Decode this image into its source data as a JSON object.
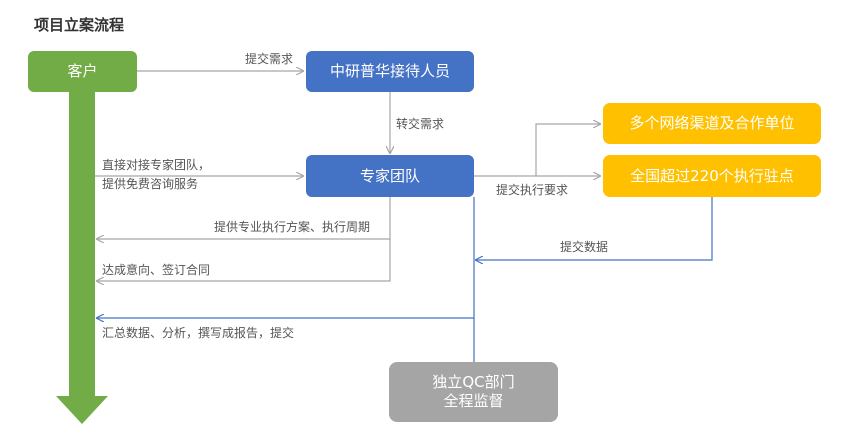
{
  "title": "项目立案流程",
  "nodes": {
    "client": "客户",
    "reception": "中研普华接待人员",
    "expert_team": "专家团队",
    "channels": "多个网络渠道及合作单位",
    "stations": "全国超过220个执行驻点",
    "qc": [
      "独立QC部门",
      "全程监督"
    ]
  },
  "edges": {
    "submit_need": "提交需求",
    "transfer_need": "转交需求",
    "direct_contact": [
      "直接对接专家团队，",
      "提供免费咨询服务"
    ],
    "submit_exec_req": "提交执行要求",
    "provide_plan": "提供专业执行方案、执行周期",
    "submit_data": "提交数据",
    "reach_agreement": "达成意向、签订合同",
    "summary": "汇总数据、分析，撰写成报告，提交"
  },
  "colors": {
    "client": "#72ac46",
    "blue": "#4472c4",
    "yellow": "#ffc000",
    "qc": "#a5a5a5",
    "gray_line": "#a6a6a6",
    "blue_line": "#4472c4"
  }
}
